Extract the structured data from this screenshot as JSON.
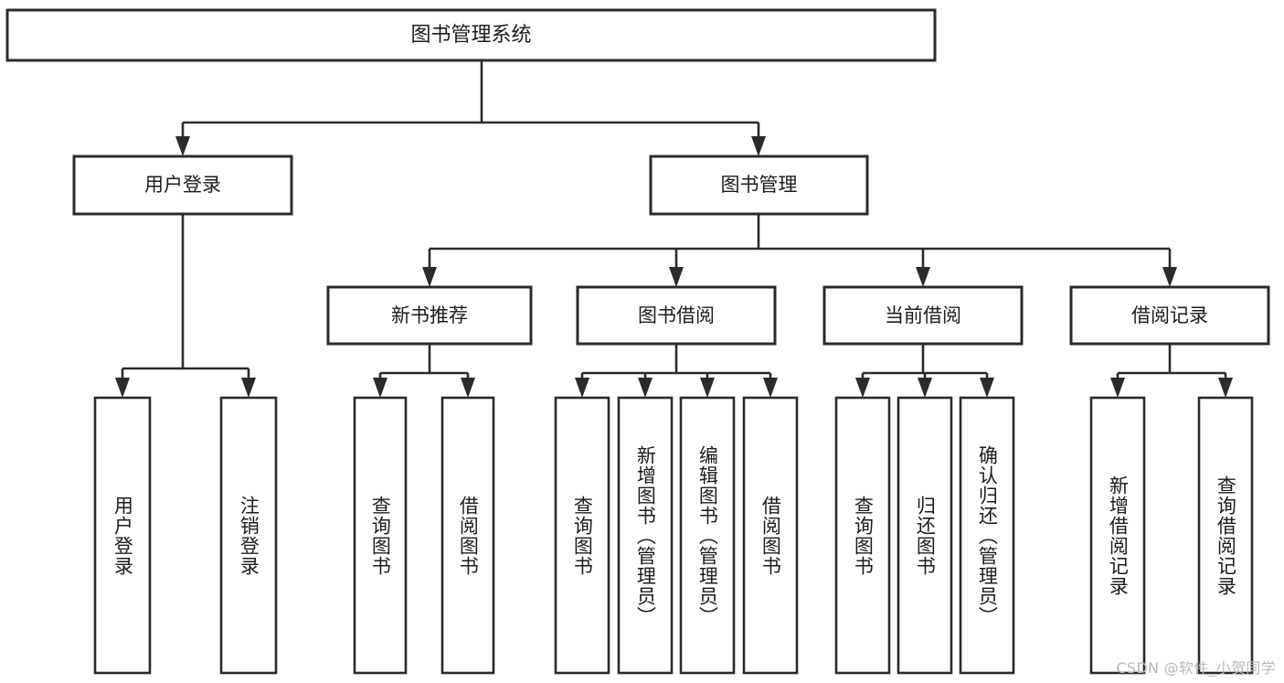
{
  "diagram": {
    "title": "图书管理系统",
    "type": "tree",
    "watermark": "CSDN @软件_小贺同学",
    "colors": {
      "stroke": "#2b2b2b",
      "fill": "#ffffff",
      "text": "#1c1c1c",
      "watermark": "#b9b9b9"
    },
    "nodes": {
      "root": {
        "label": "图书管理系统"
      },
      "level1": [
        {
          "label": "用户登录"
        },
        {
          "label": "图书管理"
        }
      ],
      "level2": [
        {
          "label": "新书推荐"
        },
        {
          "label": "图书借阅"
        },
        {
          "label": "当前借阅"
        },
        {
          "label": "借阅记录"
        }
      ],
      "leaves": {
        "user_login": [
          {
            "label": "用户登录"
          },
          {
            "label": "注销登录"
          }
        ],
        "new_book": [
          {
            "label": "查询图书"
          },
          {
            "label": "借阅图书"
          }
        ],
        "book_borrow": [
          {
            "label": "查询图书"
          },
          {
            "label": "新增图书（管理员）"
          },
          {
            "label": "编辑图书（管理员）"
          },
          {
            "label": "借阅图书"
          }
        ],
        "current_borrow": [
          {
            "label": "查询图书"
          },
          {
            "label": "归还图书"
          },
          {
            "label": "确认归还（管理员）"
          }
        ],
        "borrow_record": [
          {
            "label": "新增借阅记录"
          },
          {
            "label": "查询借阅记录"
          }
        ]
      }
    }
  }
}
